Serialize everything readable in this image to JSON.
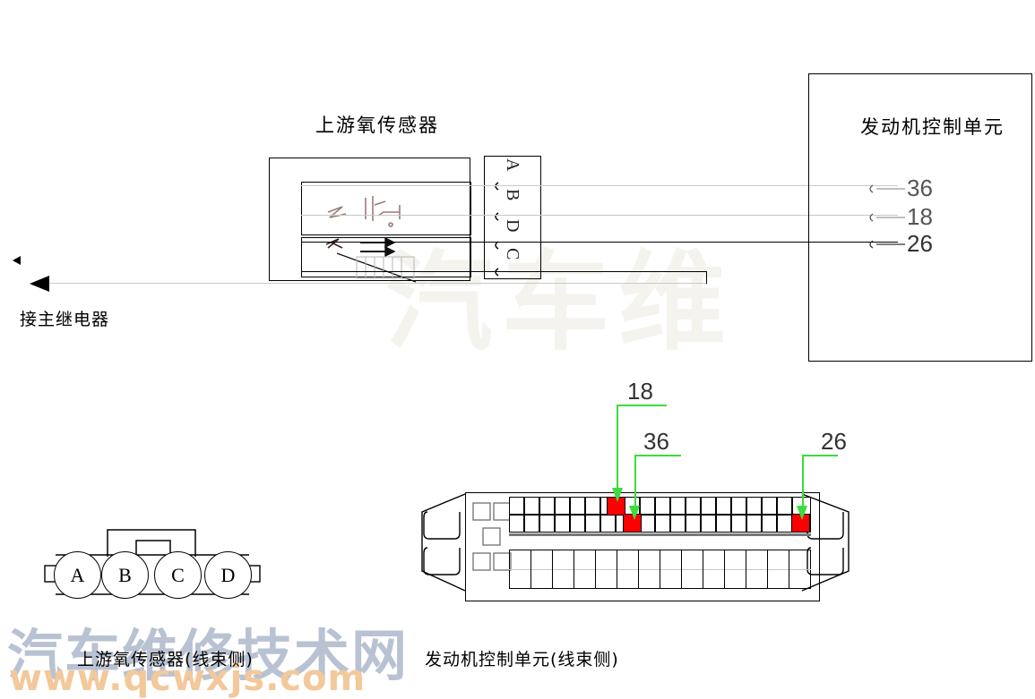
{
  "diagram": {
    "type": "automotive-wiring-diagram",
    "subject": "Upstream oxygen sensor circuit",
    "sensor_title": "上游氧传感器",
    "ecu_title": "发动机控制单元",
    "relay_label": "接主继电器",
    "sensor_caption": "上游氧传感器(线束侧)",
    "ecu_caption": "发动机控制单元(线束侧)"
  },
  "ecu_pins": [
    {
      "number": "36",
      "wire_color": "#c9c9c9"
    },
    {
      "number": "18",
      "wire_color": "#c9c9c9"
    },
    {
      "number": "26",
      "wire_color": "#000000"
    }
  ],
  "sensor_connector_terminals": [
    "A",
    "B",
    "D",
    "C"
  ],
  "sensor_harness": {
    "pins": [
      "A",
      "B",
      "C",
      "D"
    ],
    "caption": "上游氧传感器(线束侧)"
  },
  "ecu_harness": {
    "caption": "发动机控制单元(线束侧)",
    "callouts": [
      {
        "number": "18",
        "row": "upper",
        "index": 6
      },
      {
        "number": "36",
        "row": "lower",
        "index": 7
      },
      {
        "number": "26",
        "row": "lower",
        "index": 18
      }
    ],
    "upper_row_cells": 20,
    "lower_row_cells": 20,
    "highlight_color": "#ff0000",
    "leader_color": "#3cdc3c"
  },
  "watermark": {
    "text_cn": "汽车维修技术网",
    "text_url": "www.qcwxjs.com",
    "text_big": "汽车维",
    "color_cn": "#b9c2d2",
    "color_url": "#f3c89a"
  }
}
